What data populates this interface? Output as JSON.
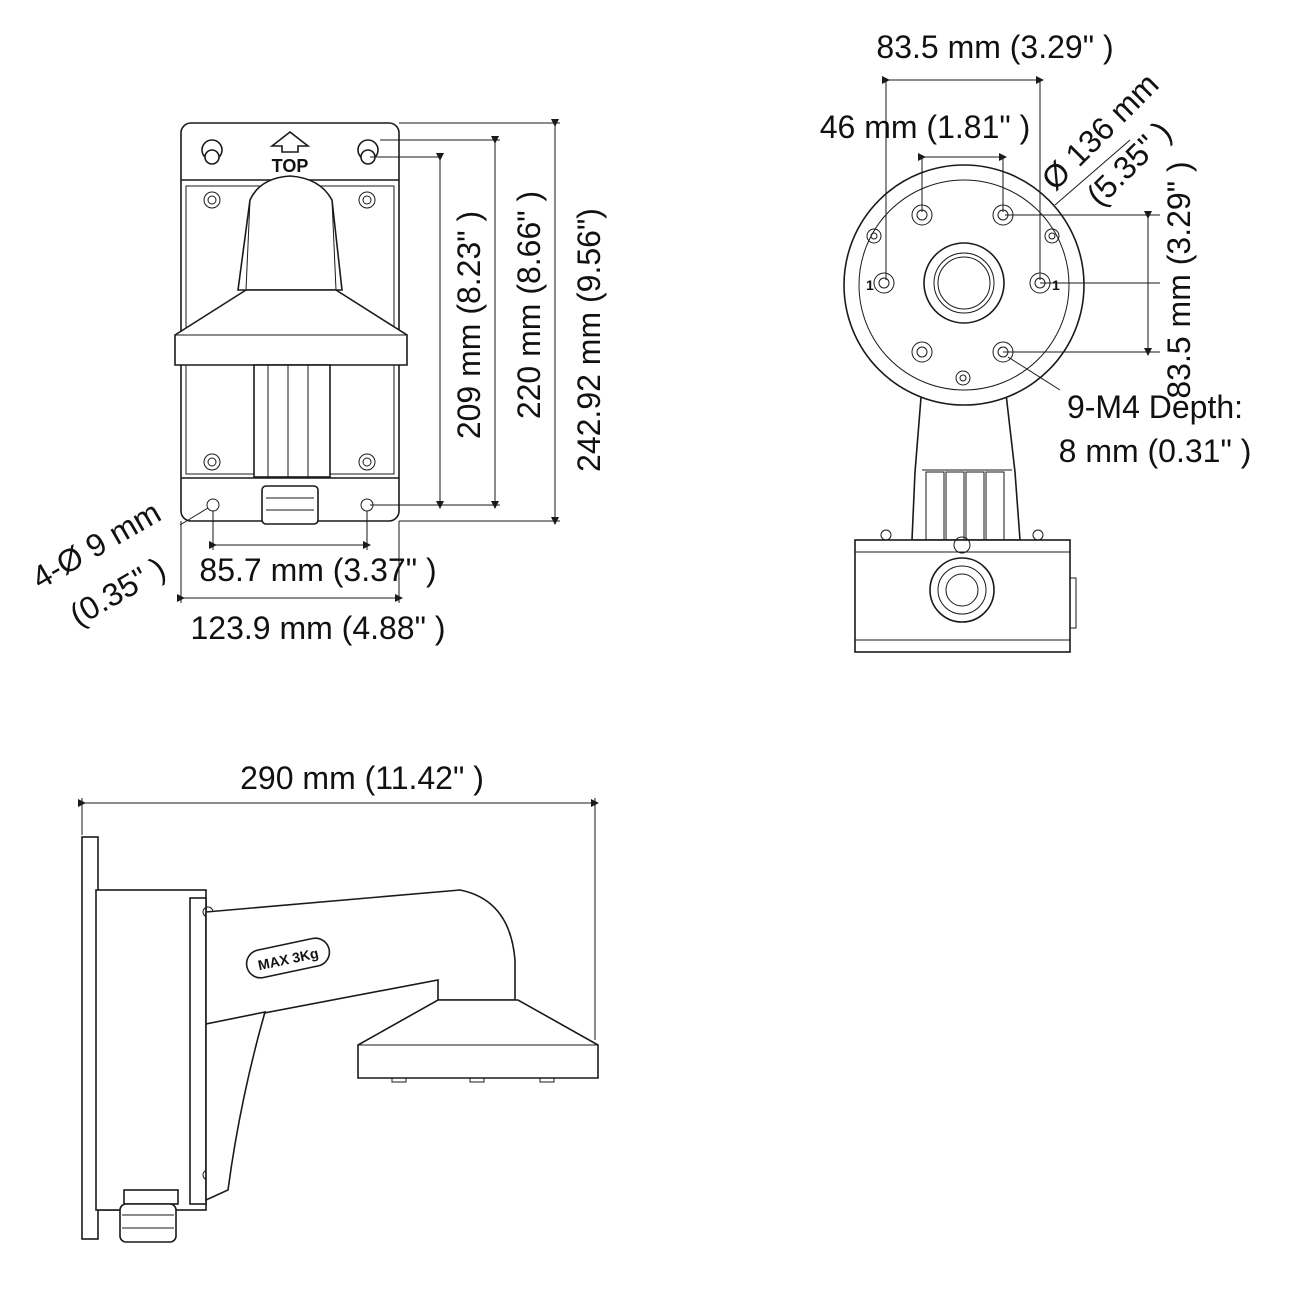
{
  "front_view": {
    "top_marking": "TOP",
    "dim_inner_height": "209 mm (8.23\" )",
    "dim_mid_height": "220 mm (8.66\" )",
    "dim_total_height": "242.92 mm (9.56\")",
    "dim_hole_spacing": "85.7 mm (3.37\" )",
    "dim_total_width": "123.9 mm (4.88\" )",
    "hole_label_line1": "4-Ø 9 mm",
    "hole_label_line2": "(0.35\" )"
  },
  "mount_view": {
    "dim_top": "83.5 mm (3.29\" )",
    "dim_inner": "46 mm (1.81\" )",
    "dim_diameter_line1": "Ø 136 mm",
    "dim_diameter_line2": "(5.35\" )",
    "dim_vertical": "83.5 mm (3.29\" )",
    "thread_label_line1": "9-M4 Depth:",
    "thread_label_line2": "8 mm (0.31\" )",
    "hole_mark_left": "1",
    "hole_mark_right": "1"
  },
  "side_view": {
    "dim_length": "290 mm (11.42\" )",
    "load_marking": "MAX 3Kg"
  }
}
